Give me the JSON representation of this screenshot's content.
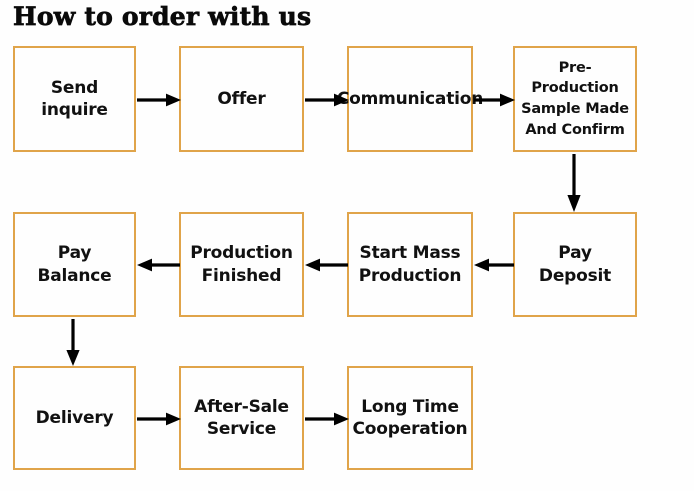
{
  "title": "How to order with us",
  "theme": {
    "box_border_color": "#E0A44A",
    "box_background": "#FEFEFE",
    "text_color": "#111111",
    "arrow_color": "#000000",
    "page_background": "#FFFFFF"
  },
  "steps": [
    {
      "id": "send-inquire",
      "label": "Send inquire",
      "row": 1,
      "col": 1
    },
    {
      "id": "offer",
      "label": "Offer",
      "row": 1,
      "col": 2
    },
    {
      "id": "communication",
      "label": "Communication",
      "row": 1,
      "col": 3
    },
    {
      "id": "pre-production",
      "label": "Pre-Production\nSample Made\nAnd Confirm",
      "row": 1,
      "col": 4
    },
    {
      "id": "pay-balance",
      "label": "Pay Balance",
      "row": 2,
      "col": 1
    },
    {
      "id": "production-finished",
      "label": "Production\nFinished",
      "row": 2,
      "col": 2
    },
    {
      "id": "start-mass-production",
      "label": "Start Mass\nProduction",
      "row": 2,
      "col": 3
    },
    {
      "id": "pay-deposit",
      "label": "Pay Deposit",
      "row": 2,
      "col": 4
    },
    {
      "id": "delivery",
      "label": "Delivery",
      "row": 3,
      "col": 1
    },
    {
      "id": "after-sale-service",
      "label": "After-Sale\nService",
      "row": 3,
      "col": 2
    },
    {
      "id": "long-time-cooperation",
      "label": "Long Time\nCooperation",
      "row": 3,
      "col": 3
    }
  ],
  "connectors": [
    {
      "from": "send-inquire",
      "to": "offer",
      "direction": "right"
    },
    {
      "from": "offer",
      "to": "communication",
      "direction": "right"
    },
    {
      "from": "communication",
      "to": "pre-production",
      "direction": "right"
    },
    {
      "from": "pre-production",
      "to": "pay-deposit",
      "direction": "down"
    },
    {
      "from": "pay-deposit",
      "to": "start-mass-production",
      "direction": "left"
    },
    {
      "from": "start-mass-production",
      "to": "production-finished",
      "direction": "left"
    },
    {
      "from": "production-finished",
      "to": "pay-balance",
      "direction": "left"
    },
    {
      "from": "pay-balance",
      "to": "delivery",
      "direction": "down"
    },
    {
      "from": "delivery",
      "to": "after-sale-service",
      "direction": "right"
    },
    {
      "from": "after-sale-service",
      "to": "long-time-cooperation",
      "direction": "right"
    }
  ]
}
